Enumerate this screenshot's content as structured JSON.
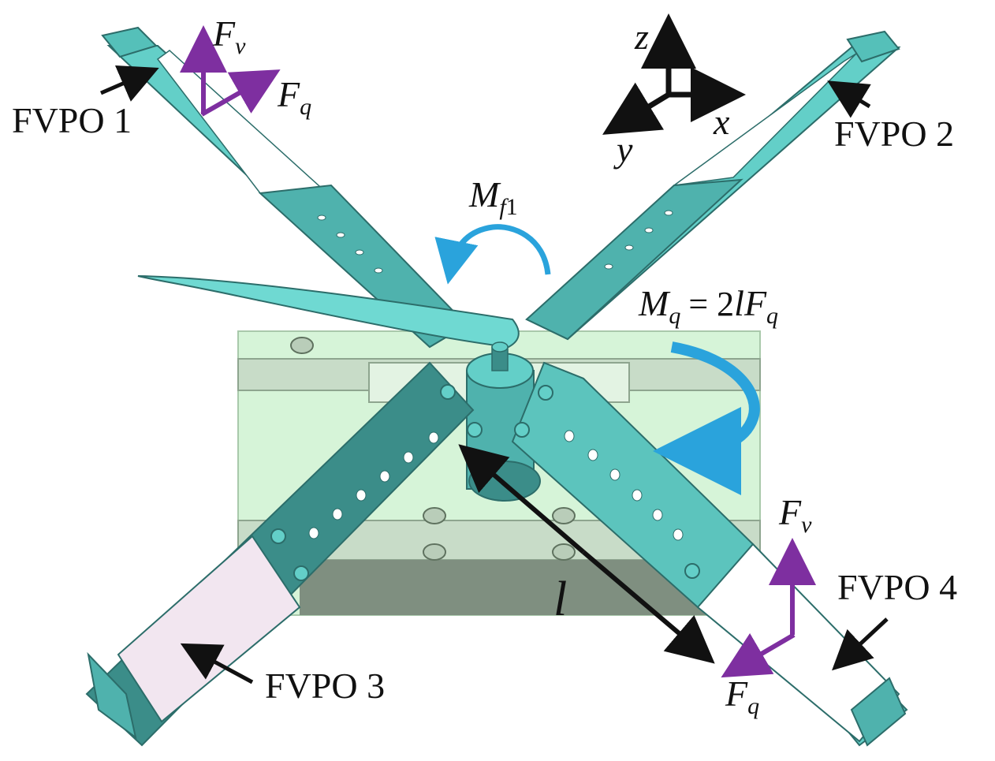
{
  "colors": {
    "arm_light": "#63cfc8",
    "arm_mid": "#4fb2ad",
    "arm_dark": "#3b8d89",
    "arm_edge": "#2c6d6a",
    "base_plate": "#d6f4d8",
    "base_dark": "#7f8f80",
    "membrane_pink": "#f2e6f0",
    "force_arrow": "#7e2fa0",
    "moment_arrow": "#2aa3dc",
    "label_arrow": "#111111"
  },
  "labels": {
    "fvpo1": "FVPO 1",
    "fvpo2": "FVPO 2",
    "fvpo3": "FVPO 3",
    "fvpo4": "FVPO 4"
  },
  "axes": {
    "z": "z",
    "x": "x",
    "y": "y"
  },
  "forces": {
    "fv_main": "F",
    "fv_sub": "v",
    "fq_main": "F",
    "fq_sub": "q"
  },
  "moments": {
    "mf1_main": "M",
    "mf1_sub_f": "f",
    "mf1_sub_1": "1",
    "mq_main": "M",
    "mq_sub": "q",
    "mq_eq": "= 2",
    "mq_l": "l",
    "mq_F": "F",
    "mq_Fsub": "q"
  },
  "length": {
    "l": "l"
  }
}
